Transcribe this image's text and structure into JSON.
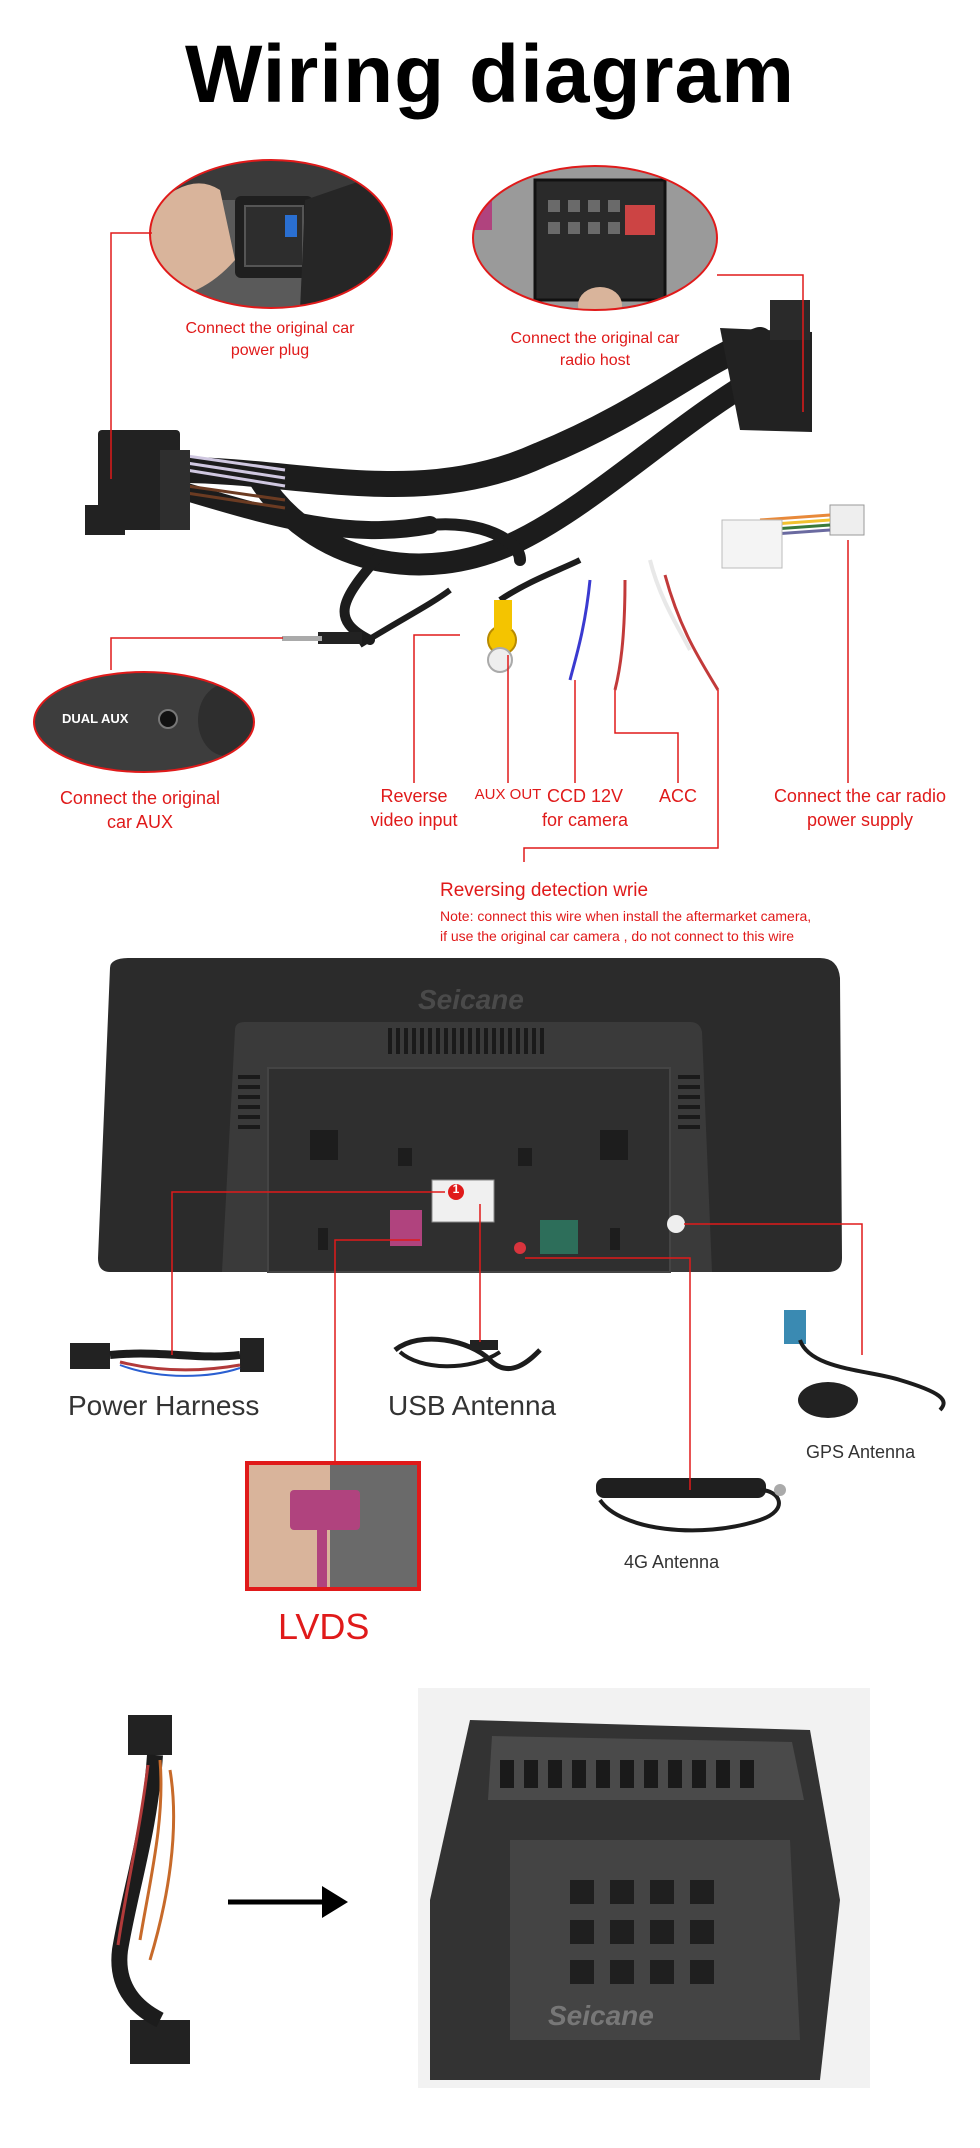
{
  "title": "Wiring diagram",
  "labels": {
    "power_plug": "Connect the original car\npower plug",
    "radio_host": "Connect the original car\nradio host",
    "car_aux": "Connect the original\ncar AUX",
    "reverse_video": "Reverse\nvideo input",
    "aux_out": "AUX OUT",
    "ccd": "CCD 12V\nfor camera",
    "acc": "ACC",
    "radio_power": "Connect the car radio\npower supply",
    "reversing_title": "Reversing detection wrie",
    "reversing_note_1": "Note: connect this wire when install the aftermarket camera,",
    "reversing_note_2": "if use the original car camera , do not connect to this wire",
    "dual_aux": "DUAL AUX",
    "brand": "Seicane",
    "power_harness": "Power Harness",
    "usb_antenna": "USB Antenna",
    "gps_antenna": "GPS Antenna",
    "g4_antenna": "4G Antenna",
    "lvds": "LVDS",
    "callout_number": "1"
  },
  "colors": {
    "accent": "#e01a1a",
    "device": "#2b2b2b",
    "cable": "#1c1c1c"
  }
}
